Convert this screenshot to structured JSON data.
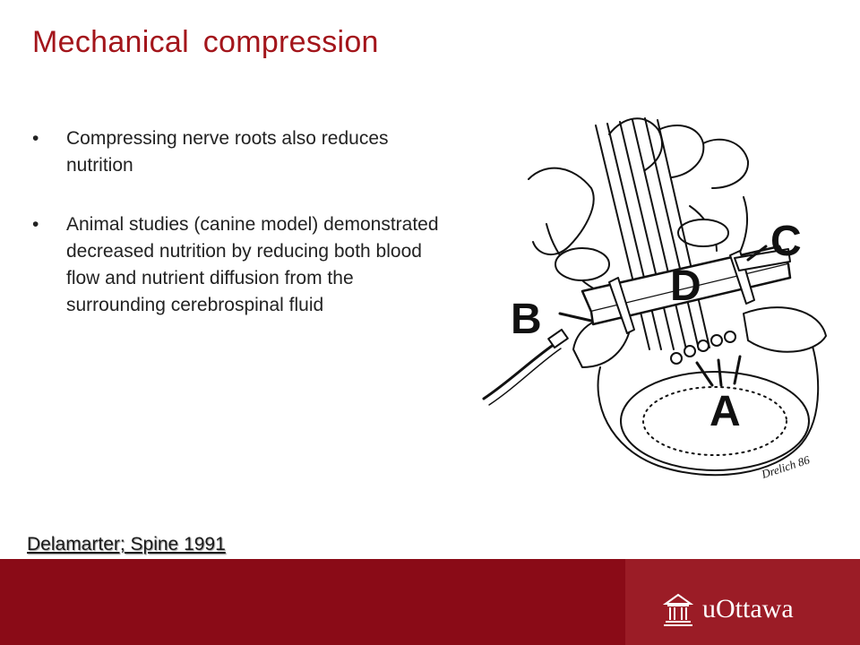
{
  "slide": {
    "title": "Mechanical compression",
    "bullets": [
      {
        "marker": "•",
        "text": "Compressing nerve roots also reduces nutrition"
      },
      {
        "marker": "•",
        "text": "Animal studies (canine model) demonstrated decreased nutrition by reducing both blood flow and nutrient diffusion from the surrounding cerebrospinal fluid"
      }
    ],
    "figure": {
      "labels": {
        "a": "A",
        "b": "B",
        "c": "C",
        "d": "D"
      },
      "signature": "Drelich 86"
    },
    "citation": "Delamarter; Spine 1991"
  },
  "footer": {
    "logo_text": "uOttawa",
    "logo_icon": "building-icon",
    "bg_color": "#8a0b17",
    "accent_color": "#9b1c26"
  },
  "colors": {
    "title": "#a3151b",
    "text": "#222222"
  }
}
